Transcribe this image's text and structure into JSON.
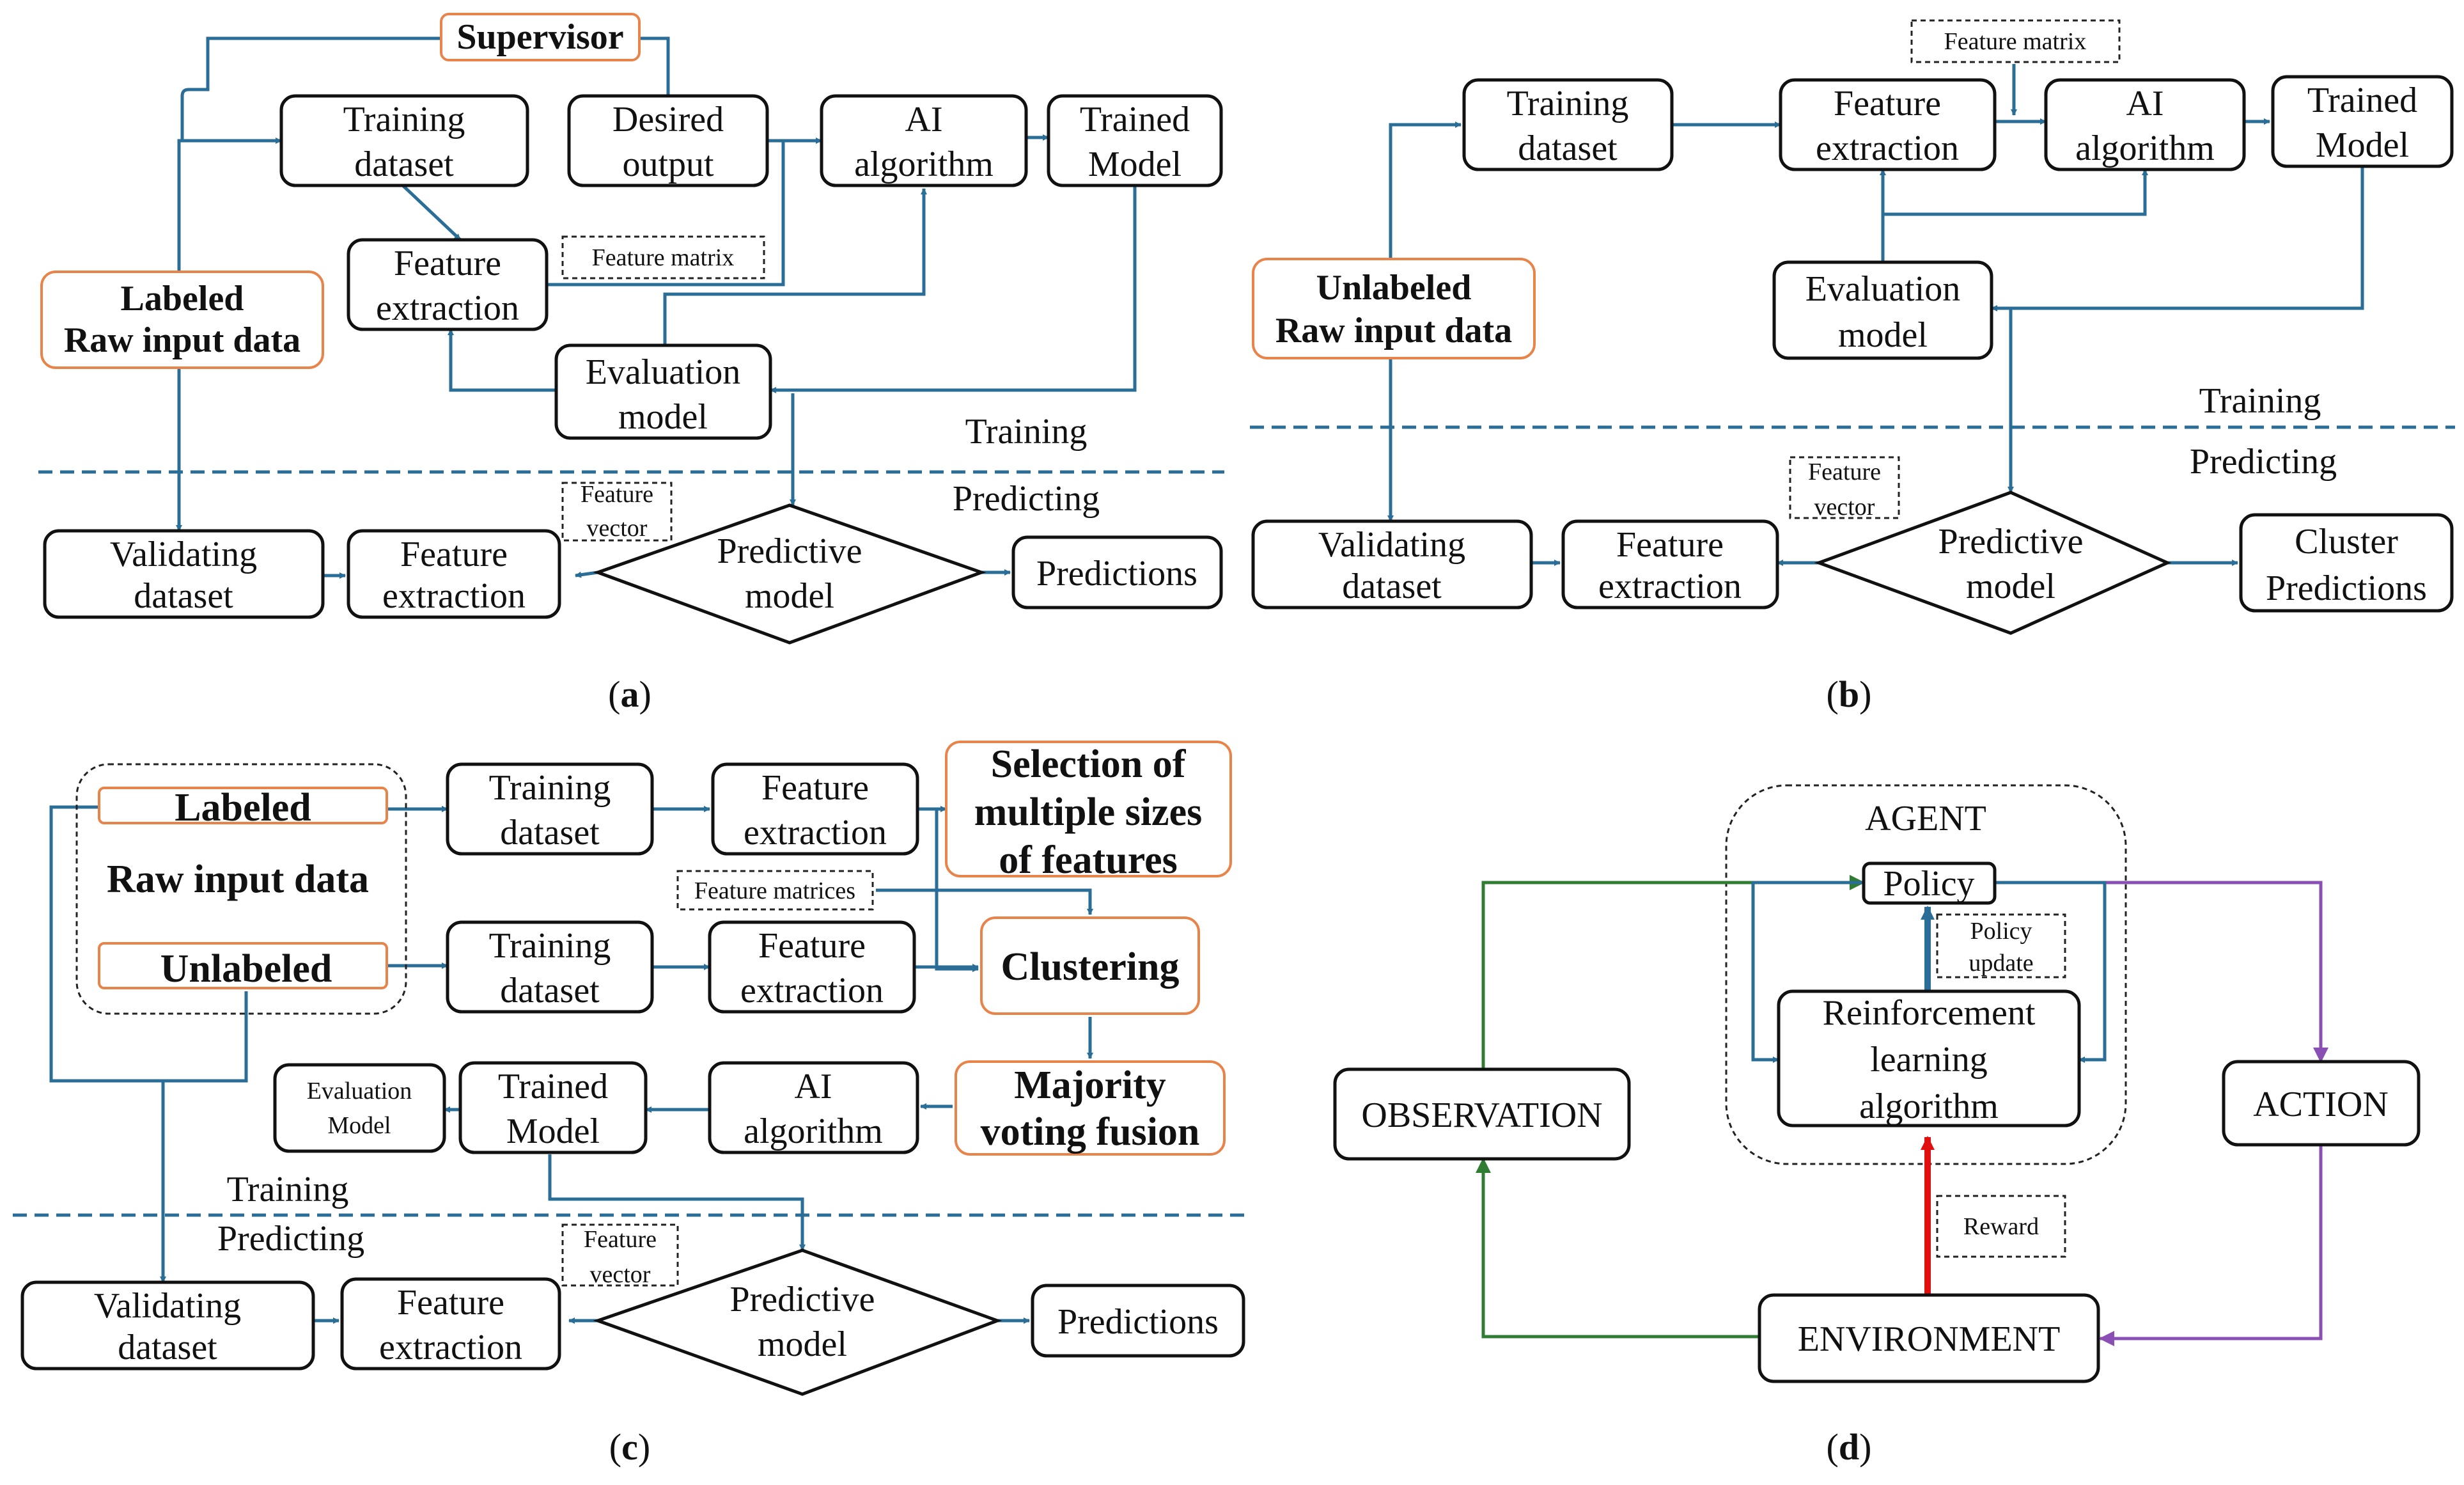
{
  "colors": {
    "box": "#111111",
    "highlight": "#e8834a",
    "arrow": "#2a6d96",
    "reward": "#e01010",
    "observation": "#2e7d32",
    "action": "#8a4fb5"
  },
  "a": {
    "supervisor": "Supervisor",
    "training_l1": "Training",
    "training_l2": "dataset",
    "desired_l1": "Desired",
    "desired_l2": "output",
    "ai_l1": "AI",
    "ai_l2": "algorithm",
    "trained_l1": "Trained",
    "trained_l2": "Model",
    "feat_l1": "Feature",
    "feat_l2": "extraction",
    "feature_matrix": "Feature matrix",
    "raw_l1": "Labeled",
    "raw_l2": "Raw input data",
    "eval_l1": "Evaluation",
    "eval_l2": "model",
    "training_label": "Training",
    "predicting_label": "Predicting",
    "fv_l1": "Feature",
    "fv_l2": "vector",
    "valid_l1": "Validating",
    "valid_l2": "dataset",
    "featp_l1": "Feature",
    "featp_l2": "extraction",
    "pred_l1": "Predictive",
    "pred_l2": "model",
    "predictions": "Predictions",
    "caption": "a"
  },
  "b": {
    "feature_matrix": "Feature matrix",
    "training_l1": "Training",
    "training_l2": "dataset",
    "feat_l1": "Feature",
    "feat_l2": "extraction",
    "ai_l1": "AI",
    "ai_l2": "algorithm",
    "trained_l1": "Trained",
    "trained_l2": "Model",
    "raw_l1": "Unlabeled",
    "raw_l2": "Raw input data",
    "eval_l1": "Evaluation",
    "eval_l2": "model",
    "training_label": "Training",
    "predicting_label": "Predicting",
    "fv_l1": "Feature",
    "fv_l2": "vector",
    "valid_l1": "Validating",
    "valid_l2": "dataset",
    "featp_l1": "Feature",
    "featp_l2": "extraction",
    "pred_l1": "Predictive",
    "pred_l2": "model",
    "cluster_l1": "Cluster",
    "cluster_l2": "Predictions",
    "caption": "b"
  },
  "c": {
    "labeled": "Labeled",
    "raw": "Raw input data",
    "unlabeled": "Unlabeled",
    "train1_l1": "Training",
    "train1_l2": "dataset",
    "feat1_l1": "Feature",
    "feat1_l2": "extraction",
    "sel_l1": "Selection of",
    "sel_l2": "multiple sizes",
    "sel_l3": "of features",
    "feature_matrices": "Feature matrices",
    "train2_l1": "Training",
    "train2_l2": "dataset",
    "feat2_l1": "Feature",
    "feat2_l2": "extraction",
    "clustering": "Clustering",
    "eval_l1": "Evaluation",
    "eval_l2": "Model",
    "trained_l1": "Trained",
    "trained_l2": "Model",
    "ai_l1": "AI",
    "ai_l2": "algorithm",
    "maj_l1": "Majority",
    "maj_l2": "voting fusion",
    "training_label": "Training",
    "predicting_label": "Predicting",
    "fv_l1": "Feature",
    "fv_l2": "vector",
    "valid_l1": "Validating",
    "valid_l2": "dataset",
    "featp_l1": "Feature",
    "featp_l2": "extraction",
    "pred_l1": "Predictive",
    "pred_l2": "model",
    "predictions": "Predictions",
    "caption": "c"
  },
  "d": {
    "agent": "AGENT",
    "policy": "Policy",
    "pu_l1": "Policy",
    "pu_l2": "update",
    "rl_l1": "Reinforcement",
    "rl_l2": "learning",
    "rl_l3": "algorithm",
    "observation": "OBSERVATION",
    "action": "ACTION",
    "reward": "Reward",
    "environment": "ENVIRONMENT",
    "caption": "d"
  }
}
